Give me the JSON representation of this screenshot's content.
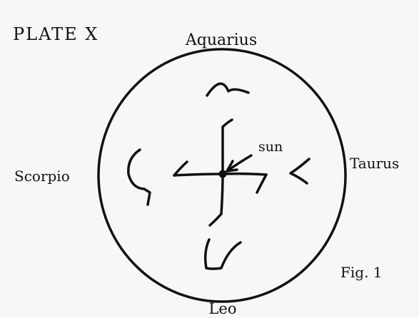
{
  "plate": {
    "title": "PLATE X",
    "figure_label": "Fig. 1"
  },
  "zodiac": {
    "top": "Aquarius",
    "right": "Taurus",
    "bottom": "Leo",
    "left": "Scorpio"
  },
  "center": {
    "label": "sun"
  },
  "glyphs": [
    {
      "name": "aquarius-sign-icon"
    },
    {
      "name": "taurus-sign-icon"
    },
    {
      "name": "leo-sign-icon"
    },
    {
      "name": "scorpio-sign-icon"
    }
  ],
  "colors": {
    "ink": "#111111",
    "paper": "#f7f7f5"
  }
}
